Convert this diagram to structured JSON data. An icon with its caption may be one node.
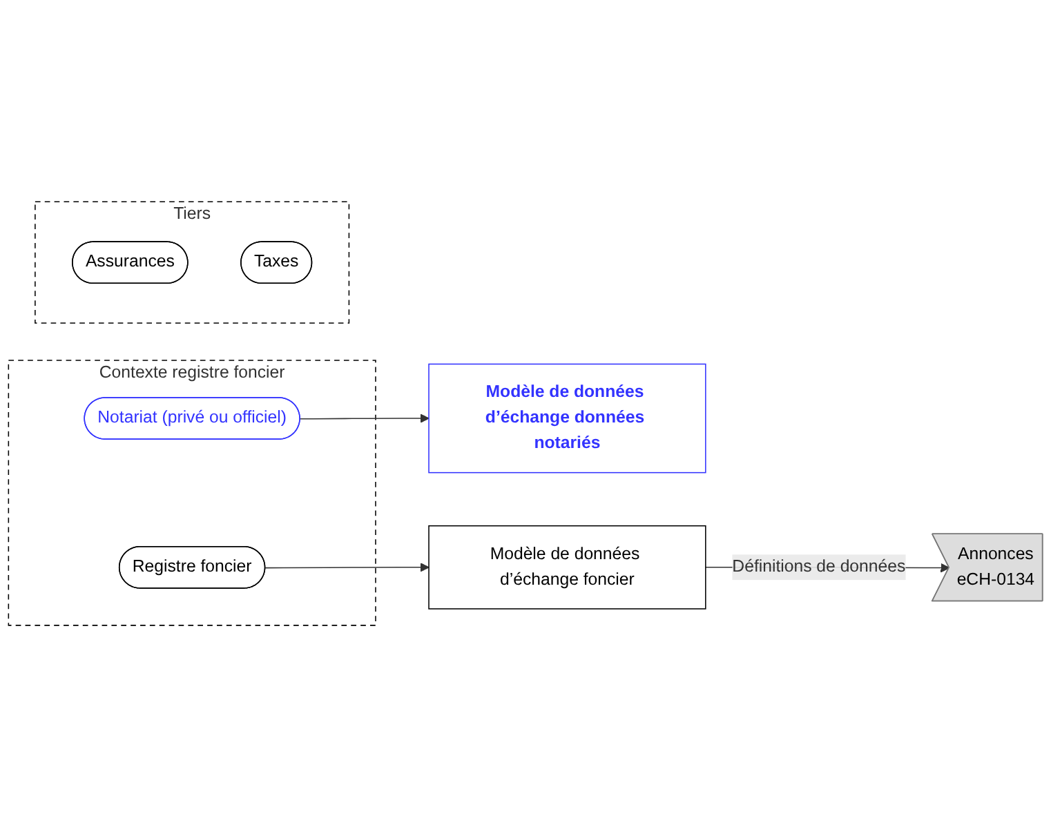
{
  "diagram": {
    "nodes": [
      {
        "text": [
          "Contexte registre foncier"
        ]
      },
      {
        "text": [
          "Notariat (privé ou officiel)"
        ],
        "in": 0
      },
      {
        "text": [
          "Registre foncier"
        ],
        "in": 0
      },
      {
        "text": [
          "Modèle de données d’échange données notariés"
        ]
      },
      {
        "text": [
          "Modèle de données d’échange foncier"
        ]
      },
      {
        "text": [
          "Annonces",
          "eCH-0134"
        ]
      },
      {
        "text": [
          "Tiers"
        ]
      },
      {
        "text": [
          "Assurances"
        ],
        "in": 6
      },
      {
        "text": [
          "Taxes"
        ],
        "in": 6
      }
    ],
    "edges": [
      {
        "from": 1,
        "to": 3,
        "arrow": "to"
      },
      {
        "from": 2,
        "to": 4,
        "arrow": "to"
      },
      {
        "from": 4,
        "to": 5,
        "arrow": "to",
        "label": "Définitions de données"
      }
    ]
  }
}
